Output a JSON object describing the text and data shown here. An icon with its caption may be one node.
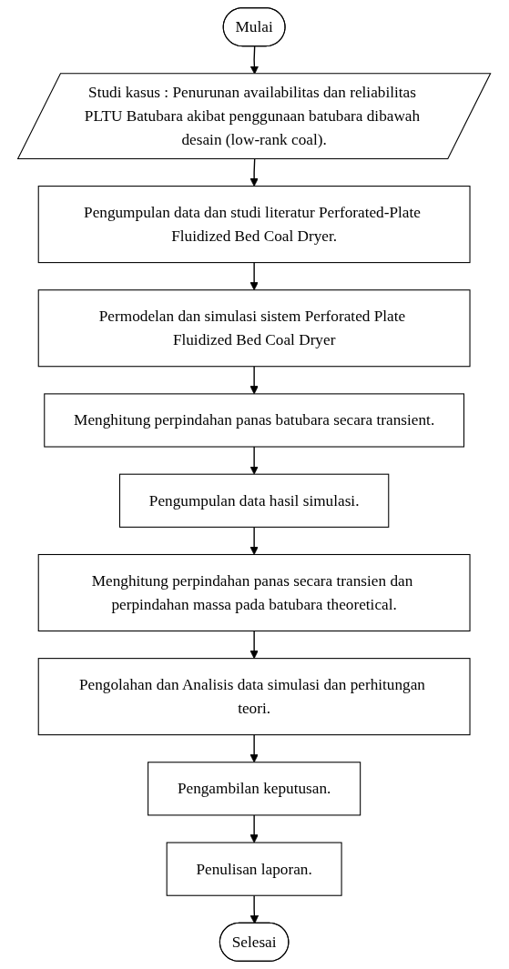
{
  "diagram": {
    "nodes": [
      {
        "text": [
          "Mulai"
        ]
      },
      {
        "text": [
          "Studi kasus : Penurunan availabilitas dan reliabilitas PLTU Batubara akibat penggunaan batubara dibawah desain (low-rank coal)."
        ]
      },
      {
        "text": [
          "Pengumpulan data dan studi literatur Perforated-Plate Fluidized Bed Coal Dryer."
        ]
      },
      {
        "text": [
          "Permodelan dan simulasi sistem Perforated Plate Fluidized Bed Coal Dryer"
        ]
      },
      {
        "text": [
          "Menghitung perpindahan panas batubara secara transient."
        ]
      },
      {
        "text": [
          "Pengumpulan data hasil simulasi."
        ]
      },
      {
        "text": [
          "Menghitung perpindahan panas secara transien dan perpindahan massa pada batubara theoretical."
        ]
      },
      {
        "text": [
          "Pengolahan dan Analisis data simulasi dan perhitungan teori."
        ]
      },
      {
        "text": [
          "Pengambilan keputusan."
        ]
      },
      {
        "text": [
          "Penulisan laporan."
        ]
      },
      {
        "text": [
          "Selesai"
        ]
      }
    ],
    "edges": [
      {
        "from": 0,
        "to": 1,
        "arrow": "to"
      },
      {
        "from": 1,
        "to": 2,
        "arrow": "to"
      },
      {
        "from": 2,
        "to": 3,
        "arrow": "to"
      },
      {
        "from": 3,
        "to": 4,
        "arrow": "to"
      },
      {
        "from": 4,
        "to": 5,
        "arrow": "to"
      },
      {
        "from": 5,
        "to": 6,
        "arrow": "to"
      },
      {
        "from": 6,
        "to": 7,
        "arrow": "to"
      },
      {
        "from": 7,
        "to": 8,
        "arrow": "to"
      },
      {
        "from": 8,
        "to": 9,
        "arrow": "to"
      },
      {
        "from": 9,
        "to": 10,
        "arrow": "to"
      }
    ]
  }
}
